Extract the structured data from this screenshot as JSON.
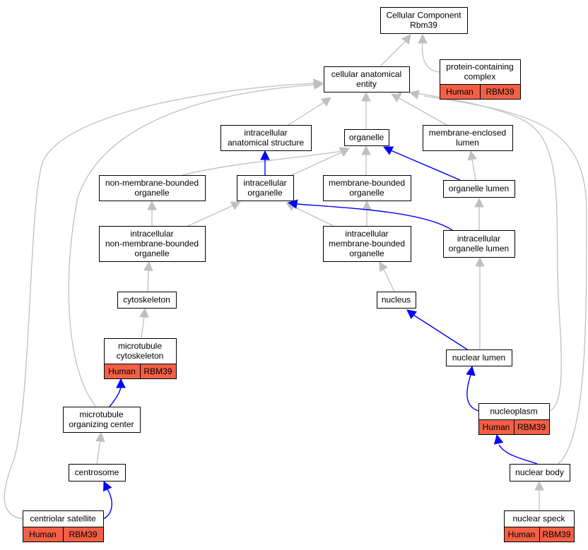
{
  "colors": {
    "edge_gray": "#c0c0c0",
    "edge_blue": "#0000ff",
    "annotation_fill": "#f25f45",
    "node_border": "#000000",
    "node_fill": "#ffffff"
  },
  "nodes": [
    {
      "id": "cellular-component",
      "lines": [
        "Cellular Component",
        "Rbm39"
      ]
    },
    {
      "id": "protein-containing-complex",
      "lines": [
        "protein-containing",
        "complex"
      ],
      "annotation": [
        "Human",
        "RBM39"
      ]
    },
    {
      "id": "cellular-anatomical-entity",
      "lines": [
        "cellular anatomical",
        "entity"
      ]
    },
    {
      "id": "intracellular-anatomical-structure",
      "lines": [
        "intracellular",
        "anatomical structure"
      ]
    },
    {
      "id": "organelle",
      "lines": [
        "organelle"
      ]
    },
    {
      "id": "membrane-enclosed-lumen",
      "lines": [
        "membrane-enclosed",
        "lumen"
      ]
    },
    {
      "id": "non-membrane-bounded-organelle",
      "lines": [
        "non-membrane-bounded",
        "organelle"
      ]
    },
    {
      "id": "intracellular-organelle",
      "lines": [
        "intracellular",
        "organelle"
      ]
    },
    {
      "id": "membrane-bounded-organelle",
      "lines": [
        "membrane-bounded",
        "organelle"
      ]
    },
    {
      "id": "organelle-lumen",
      "lines": [
        "organelle lumen"
      ]
    },
    {
      "id": "intracellular-non-membrane-bounded-organelle",
      "lines": [
        "intracellular",
        "non-membrane-bounded",
        "organelle"
      ]
    },
    {
      "id": "intracellular-membrane-bounded-organelle",
      "lines": [
        "intracellular",
        "membrane-bounded",
        "organelle"
      ]
    },
    {
      "id": "intracellular-organelle-lumen",
      "lines": [
        "intracellular",
        "organelle lumen"
      ]
    },
    {
      "id": "cytoskeleton",
      "lines": [
        "cytoskeleton"
      ]
    },
    {
      "id": "nucleus",
      "lines": [
        "nucleus"
      ]
    },
    {
      "id": "microtubule-cytoskeleton",
      "lines": [
        "microtubule",
        "cytoskeleton"
      ],
      "annotation": [
        "Human",
        "RBM39"
      ]
    },
    {
      "id": "nuclear-lumen",
      "lines": [
        "nuclear lumen"
      ]
    },
    {
      "id": "microtubule-organizing-center",
      "lines": [
        "microtubule",
        "organizing center"
      ]
    },
    {
      "id": "nucleoplasm",
      "lines": [
        "nucleoplasm"
      ],
      "annotation": [
        "Human",
        "RBM39"
      ]
    },
    {
      "id": "centrosome",
      "lines": [
        "centrosome"
      ]
    },
    {
      "id": "nuclear-body",
      "lines": [
        "nuclear body"
      ]
    },
    {
      "id": "centriolar-satellite",
      "lines": [
        "centriolar satellite"
      ],
      "annotation": [
        "Human",
        "RBM39"
      ]
    },
    {
      "id": "nuclear-speck",
      "lines": [
        "nuclear speck"
      ],
      "annotation": [
        "Human",
        "RBM39"
      ]
    }
  ],
  "edges": [
    {
      "from": "cellular-anatomical-entity",
      "to": "cellular-component",
      "color": "gray"
    },
    {
      "from": "protein-containing-complex",
      "to": "cellular-component",
      "color": "gray"
    },
    {
      "from": "intracellular-anatomical-structure",
      "to": "cellular-anatomical-entity",
      "color": "gray"
    },
    {
      "from": "organelle",
      "to": "cellular-anatomical-entity",
      "color": "gray"
    },
    {
      "from": "membrane-enclosed-lumen",
      "to": "cellular-anatomical-entity",
      "color": "gray"
    },
    {
      "from": "non-membrane-bounded-organelle",
      "to": "organelle",
      "color": "gray"
    },
    {
      "from": "intracellular-organelle",
      "to": "organelle",
      "color": "gray"
    },
    {
      "from": "intracellular-organelle",
      "to": "intracellular-anatomical-structure",
      "color": "blue"
    },
    {
      "from": "membrane-bounded-organelle",
      "to": "organelle",
      "color": "gray"
    },
    {
      "from": "organelle-lumen",
      "to": "organelle",
      "color": "blue"
    },
    {
      "from": "organelle-lumen",
      "to": "membrane-enclosed-lumen",
      "color": "gray"
    },
    {
      "from": "intracellular-non-membrane-bounded-organelle",
      "to": "non-membrane-bounded-organelle",
      "color": "gray"
    },
    {
      "from": "intracellular-non-membrane-bounded-organelle",
      "to": "intracellular-organelle",
      "color": "gray"
    },
    {
      "from": "intracellular-membrane-bounded-organelle",
      "to": "membrane-bounded-organelle",
      "color": "gray"
    },
    {
      "from": "intracellular-membrane-bounded-organelle",
      "to": "intracellular-organelle",
      "color": "gray"
    },
    {
      "from": "intracellular-organelle-lumen",
      "to": "intracellular-organelle",
      "color": "blue"
    },
    {
      "from": "intracellular-organelle-lumen",
      "to": "organelle-lumen",
      "color": "gray"
    },
    {
      "from": "cytoskeleton",
      "to": "intracellular-non-membrane-bounded-organelle",
      "color": "gray"
    },
    {
      "from": "nucleus",
      "to": "intracellular-membrane-bounded-organelle",
      "color": "gray"
    },
    {
      "from": "microtubule-cytoskeleton",
      "to": "cytoskeleton",
      "color": "gray"
    },
    {
      "from": "nuclear-lumen",
      "to": "nucleus",
      "color": "blue"
    },
    {
      "from": "nuclear-lumen",
      "to": "intracellular-organelle-lumen",
      "color": "gray"
    },
    {
      "from": "microtubule-organizing-center",
      "to": "microtubule-cytoskeleton",
      "color": "blue"
    },
    {
      "from": "microtubule-organizing-center",
      "to": "cellular-anatomical-entity",
      "color": "gray"
    },
    {
      "from": "nucleoplasm",
      "to": "nuclear-lumen",
      "color": "blue"
    },
    {
      "from": "nucleoplasm",
      "to": "cellular-anatomical-entity",
      "color": "gray"
    },
    {
      "from": "centrosome",
      "to": "microtubule-organizing-center",
      "color": "gray"
    },
    {
      "from": "nuclear-body",
      "to": "nucleoplasm",
      "color": "blue"
    },
    {
      "from": "nuclear-body",
      "to": "cellular-anatomical-entity",
      "color": "gray"
    },
    {
      "from": "centriolar-satellite",
      "to": "centrosome",
      "color": "blue"
    },
    {
      "from": "centriolar-satellite",
      "to": "cellular-anatomical-entity",
      "color": "gray"
    },
    {
      "from": "nuclear-speck",
      "to": "nuclear-body",
      "color": "gray"
    }
  ]
}
